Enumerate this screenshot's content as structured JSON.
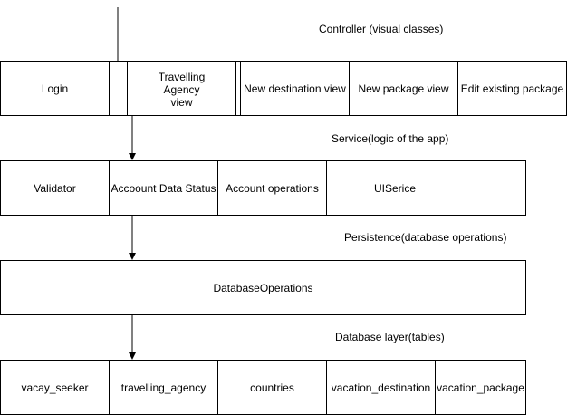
{
  "layers": {
    "controller": {
      "title": "Controller (visual classes)",
      "boxes": [
        "Login",
        "",
        "Travelling\nAgency\nview",
        "",
        "New destination view",
        "New package view",
        "Edit existing package"
      ]
    },
    "service": {
      "title": "Service(logic of the app)",
      "boxes": [
        "Validator",
        "Accoount Data Status",
        "Account operations",
        "UISerice"
      ]
    },
    "persistence": {
      "title": "Persistence(database operations)",
      "boxes": [
        "DatabaseOperations"
      ]
    },
    "database": {
      "title": "Database layer(tables)",
      "boxes": [
        "vacay_seeker",
        "travelling_agency",
        "countries",
        "vacation_destination",
        "vacation_package"
      ]
    }
  },
  "colors": {
    "line": "#000000",
    "fill": "#ffffff"
  }
}
